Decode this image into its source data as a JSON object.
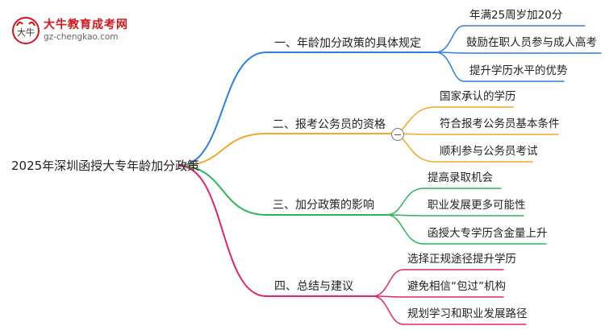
{
  "logo": {
    "title": "大牛教育成考网",
    "url": "gz-chengkao.com",
    "mark_text": "大牛"
  },
  "root": {
    "label": "2025年深圳函授大专年龄加分政策"
  },
  "branches": [
    {
      "label": "一、年龄加分政策的具体规定",
      "color": "#2f7fe0",
      "children": [
        "年满25周岁加20分",
        "鼓励在职人员参与成人高考",
        "提升学历水平的优势"
      ]
    },
    {
      "label": "二、报考公务员的资格",
      "color": "#f5a623",
      "children": [
        "国家承认的学历",
        "符合报考公务员基本条件",
        "顺利参与公务员考试"
      ]
    },
    {
      "label": "三、加分政策的影响",
      "color": "#2cb45a",
      "children": [
        "提高录取机会",
        "职业发展更多可能性",
        "函授大专学历含金量上升"
      ]
    },
    {
      "label": "四、总结与建议",
      "color": "#e2246b",
      "children": [
        "选择正规途径提升学历",
        "避免相信“包过”机构",
        "规划学习和职业发展路径"
      ]
    }
  ]
}
